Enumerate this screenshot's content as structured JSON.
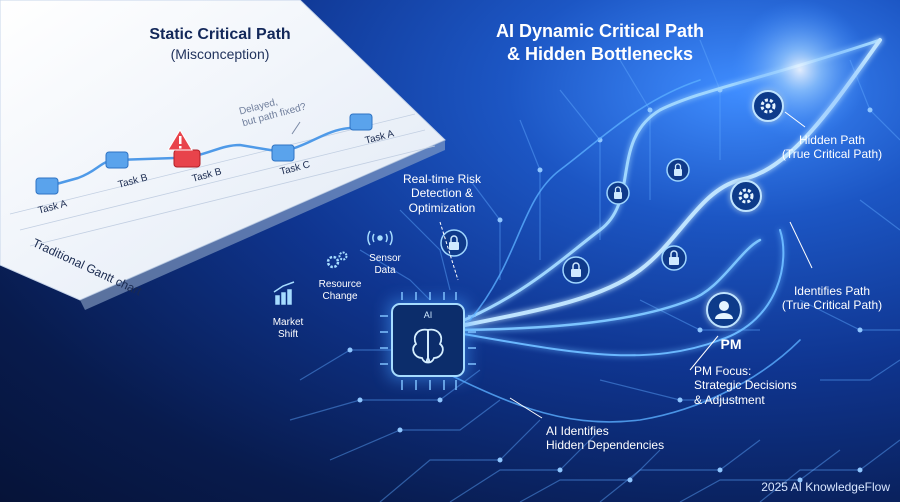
{
  "left": {
    "title": "Static Critical Path",
    "subtitle": "(Misconception)",
    "tasks": [
      "Task A",
      "Task B",
      "Task B",
      "Task C",
      "Task A"
    ],
    "note_line1": "Delayed,",
    "note_line2": "but path fixed?",
    "chart_caption": "Traditional Gantt chart"
  },
  "right": {
    "title_line1": "AI Dynamic Critical Path",
    "title_line2": "& Hidden Bottlenecks",
    "risk_line1": "Real-time Risk",
    "risk_line2": "Detection &",
    "risk_line3": "Optimization",
    "hidden_line1": "Hidden Path",
    "hidden_line2": "(True Critical Path)",
    "identifies_line1": "Identifies Path",
    "identifies_line2": "(True Critical Path)",
    "pm_label": "PM",
    "pm_focus_line1": "PM Focus:",
    "pm_focus_line2": "Strategic Decisions",
    "pm_focus_line3": "& Adjustment",
    "ai_label": "AI",
    "deps_line1": "AI Identifies",
    "deps_line2": "Hidden Dependencies",
    "sensor_line1": "Sensor",
    "sensor_line2": "Data",
    "resource_line1": "Resource",
    "resource_line2": "Change",
    "market_line1": "Market",
    "market_line2": "Shift",
    "watermark": "2025 AI KnowledgeFlow"
  }
}
